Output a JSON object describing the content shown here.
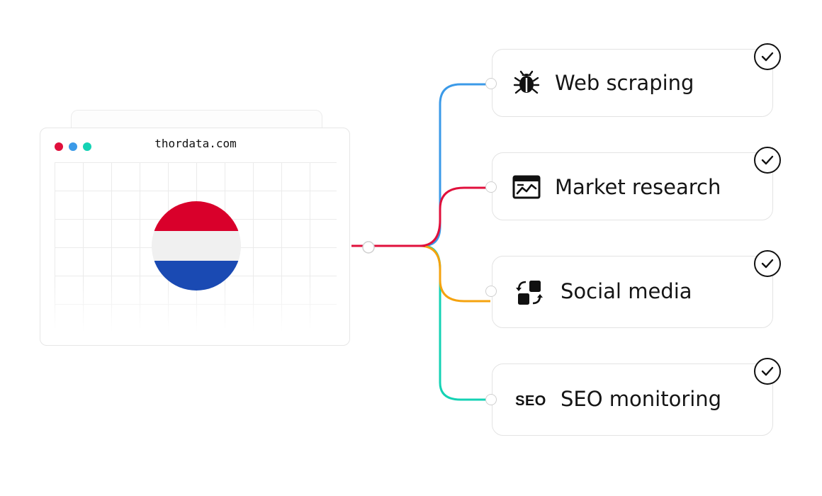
{
  "browser": {
    "url": "thordata.com",
    "dots": [
      "#e0103c",
      "#3b9ae8",
      "#14d2b4"
    ],
    "flag_colors": [
      "#d9002b",
      "#f0f0f0",
      "#1a4ab3"
    ]
  },
  "use_cases": [
    {
      "label": "Web scraping",
      "icon": "bug-icon",
      "color": "#3b9ae8",
      "checked": true
    },
    {
      "label": "Market research",
      "icon": "chart-window-icon",
      "color": "#e0103c",
      "checked": true
    },
    {
      "label": "Social media",
      "icon": "swap-squares-icon",
      "color": "#f5a30f",
      "checked": true
    },
    {
      "label": "SEO monitoring",
      "icon": "seo-icon",
      "icon_text": "SEO",
      "color": "#14d2b4",
      "checked": true
    }
  ],
  "trunk_color": "#e0103c"
}
